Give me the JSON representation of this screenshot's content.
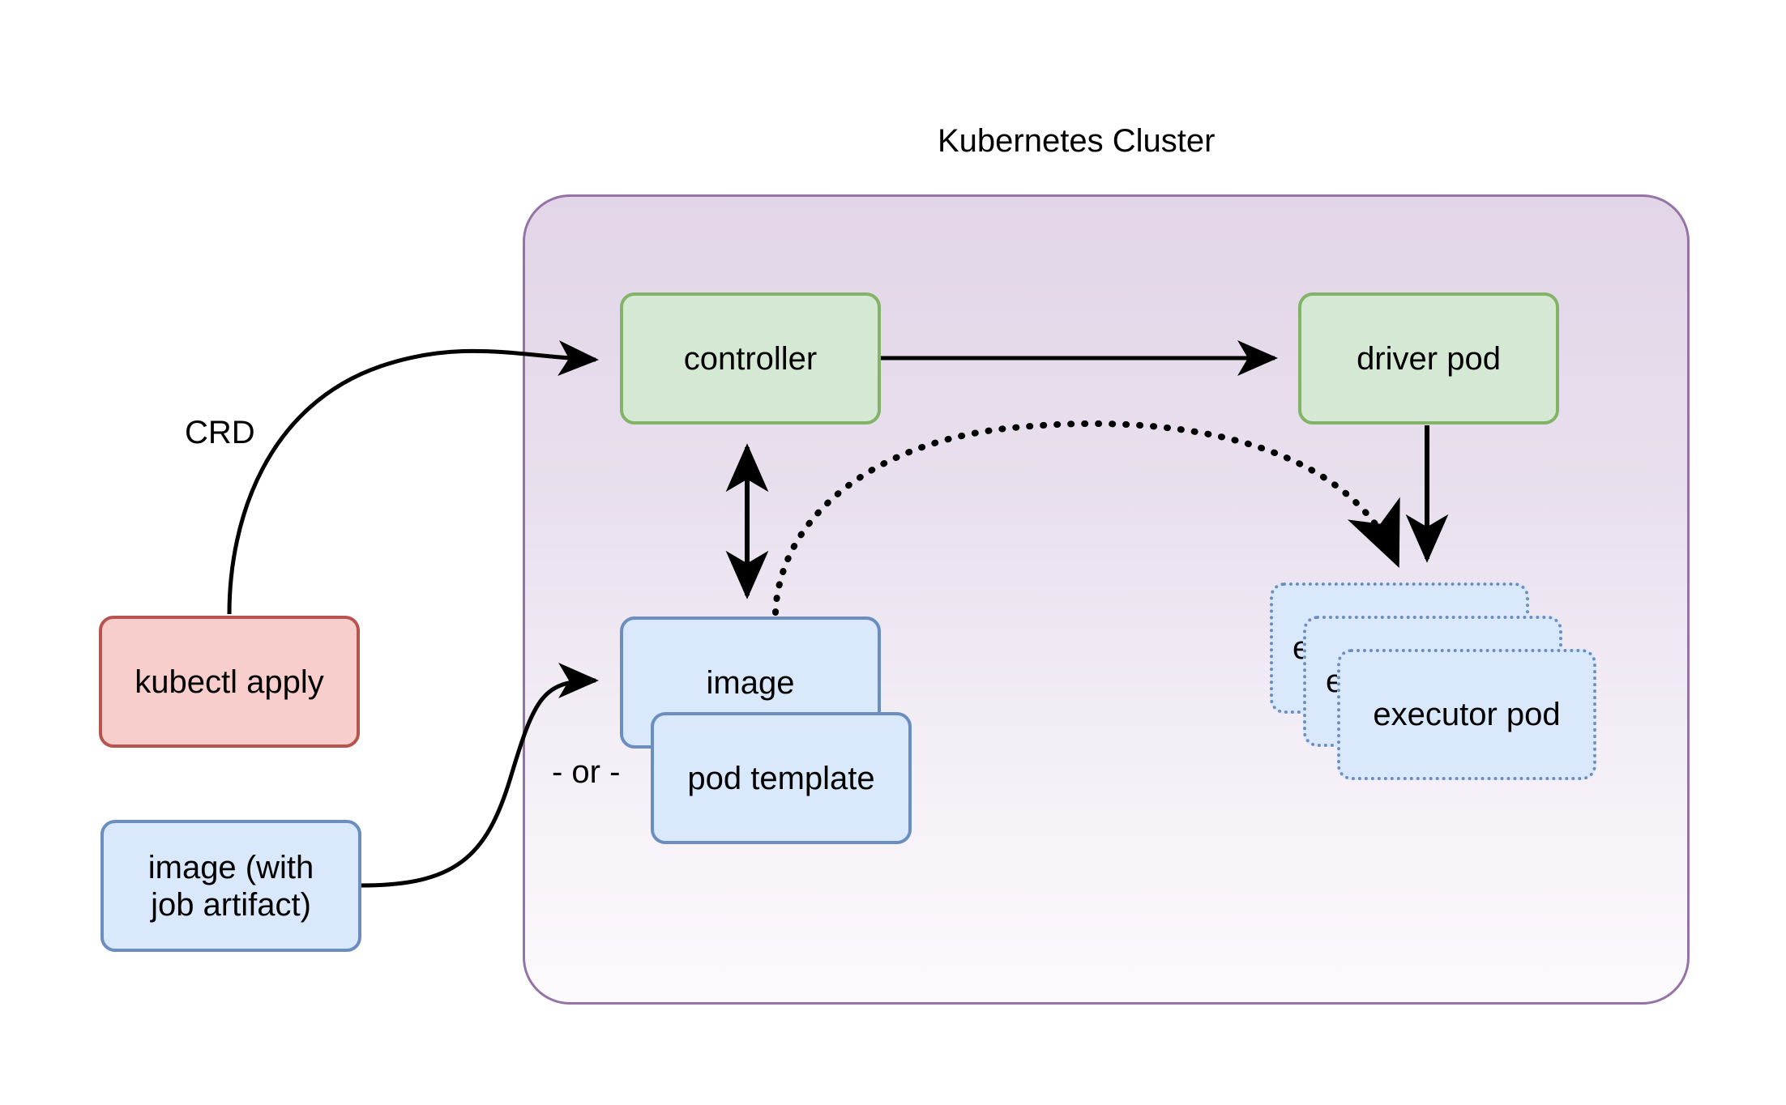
{
  "diagram": {
    "title": "Kubernetes Cluster",
    "cluster": {
      "label": "Kubernetes Cluster",
      "border_color": "#9673a6",
      "fill_top": "#e1d5e7",
      "fill_bottom": "#fcfafd"
    },
    "nodes": [
      {
        "id": "controller",
        "label": "controller",
        "shape": "rounded-rect",
        "fill": "#d5e8d4",
        "stroke": "#82b366",
        "stroke_style": "solid"
      },
      {
        "id": "driver-pod",
        "label": "driver pod",
        "shape": "rounded-rect",
        "fill": "#d5e8d4",
        "stroke": "#82b366",
        "stroke_style": "solid"
      },
      {
        "id": "kubectl-apply",
        "label": "kubectl apply",
        "shape": "rounded-rect",
        "fill": "#f8cecc",
        "stroke": "#b85450",
        "stroke_style": "solid"
      },
      {
        "id": "image-with-job-artifact",
        "label_line1": "image (with",
        "label_line2": "job artifact)",
        "shape": "rounded-rect",
        "fill": "#dae8fc",
        "stroke": "#6c8ebf",
        "stroke_style": "solid"
      },
      {
        "id": "image",
        "label": "image",
        "shape": "rounded-rect",
        "fill": "#dae8fc",
        "stroke": "#6c8ebf",
        "stroke_style": "solid"
      },
      {
        "id": "pod-template",
        "label": "pod template",
        "shape": "rounded-rect",
        "fill": "#dae8fc",
        "stroke": "#6c8ebf",
        "stroke_style": "solid"
      },
      {
        "id": "executor-pod-back",
        "label": "executor pod",
        "shape": "rounded-rect",
        "fill": "#dae8fc",
        "stroke": "#6c8ebf",
        "stroke_style": "dotted"
      },
      {
        "id": "executor-pod-middle",
        "label": "executor pod",
        "shape": "rounded-rect",
        "fill": "#dae8fc",
        "stroke": "#6c8ebf",
        "stroke_style": "dotted"
      },
      {
        "id": "executor-pod-front",
        "label": "executor pod",
        "shape": "rounded-rect",
        "fill": "#dae8fc",
        "stroke": "#6c8ebf",
        "stroke_style": "dotted"
      }
    ],
    "edge_labels": {
      "crd": "CRD",
      "or": "- or -"
    },
    "edges": [
      {
        "from": "kubectl-apply",
        "to": "controller",
        "label": "CRD",
        "style": "solid-curve",
        "arrow": "single"
      },
      {
        "from": "controller",
        "to": "driver-pod",
        "label": "",
        "style": "solid-straight",
        "arrow": "single"
      },
      {
        "from": "controller",
        "to": "image",
        "label": "",
        "style": "solid-straight",
        "arrow": "double"
      },
      {
        "from": "driver-pod",
        "to": "executor-pod-back",
        "label": "",
        "style": "solid-straight",
        "arrow": "single"
      },
      {
        "from": "image",
        "to": "executor-pod-back",
        "label": "",
        "style": "dotted-curve",
        "arrow": "single"
      },
      {
        "from": "image-with-job-artifact",
        "to": "image",
        "label": "- or -",
        "style": "solid-curve",
        "arrow": "single"
      }
    ]
  }
}
